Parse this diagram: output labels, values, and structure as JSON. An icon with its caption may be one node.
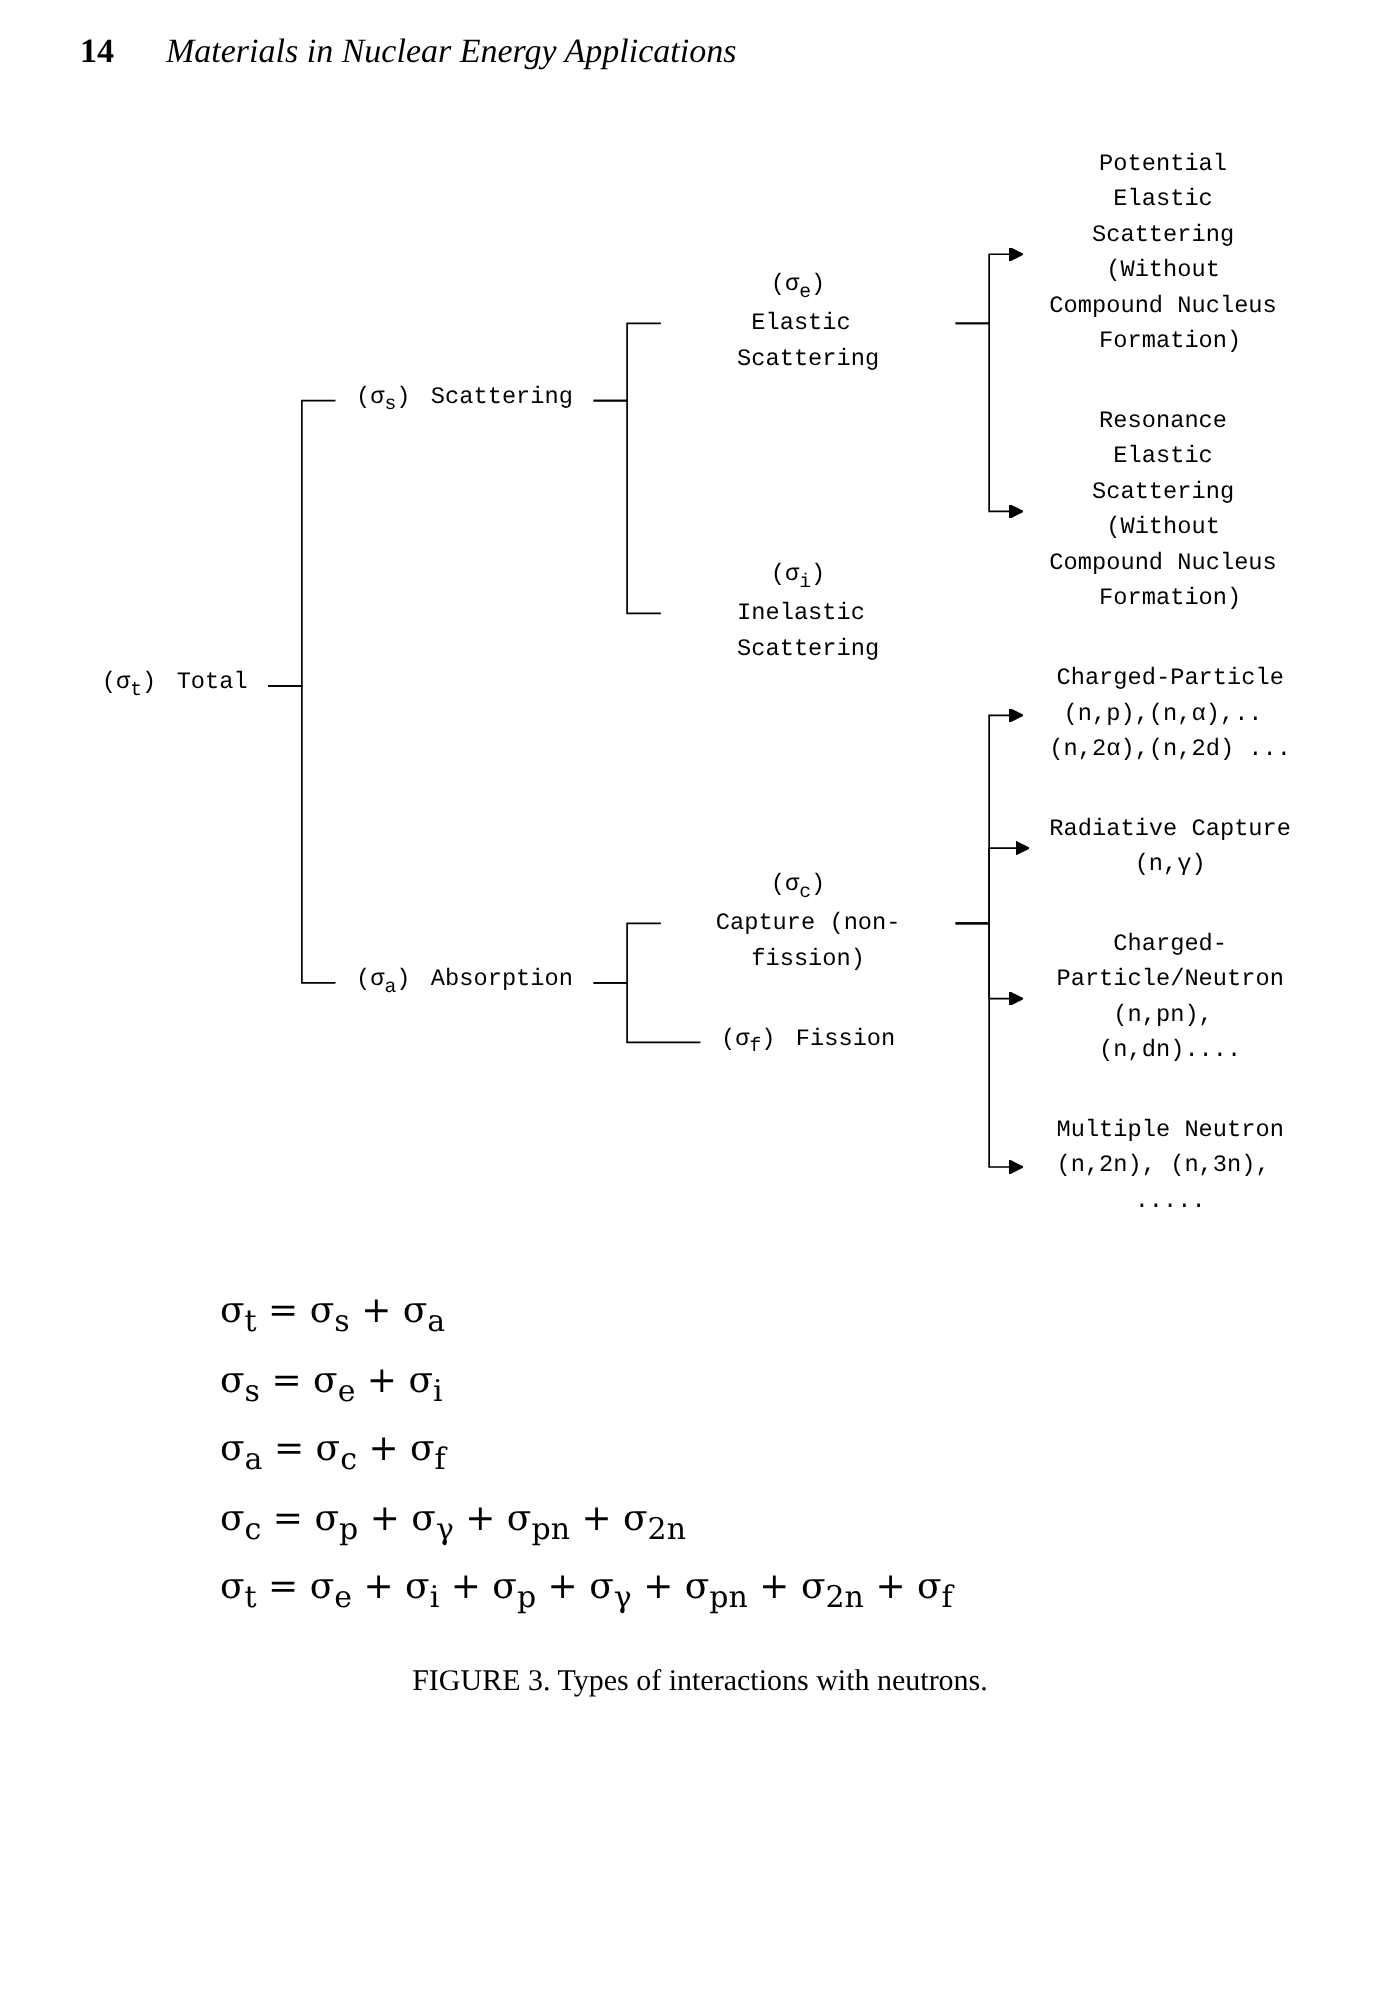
{
  "diagram": {
    "caption": "FIGURE 3. Types of interactions with neutrons.",
    "nodes": [
      {
        "text": [
          "(σ$_{t}$)",
          "Total"
        ]
      },
      {
        "text": [
          "(σ$_{s}$)",
          "Scattering"
        ]
      },
      {
        "text": [
          "(σ$_{a}$)",
          "Absorption"
        ]
      },
      {
        "text": [
          "(σ$_{e}$)",
          "Elastic Scattering"
        ]
      },
      {
        "text": [
          "(σ$_{i}$)",
          "Inelastic Scattering"
        ]
      },
      {
        "text": [
          "(σ$_{c}$)",
          "Capture (non-fission)"
        ]
      },
      {
        "text": [
          "(σ$_{f}$)",
          "Fission"
        ]
      },
      {
        "text": [
          "Potential Elastic Scattering (Without Compound Nucleus Formation)"
        ]
      },
      {
        "text": [
          "Resonance Elastic Scattering (Without Compound Nucleus Formation)"
        ]
      },
      {
        "text": [
          "Charged-Particle",
          "(n,p),(n,α),.. (n,2α),(n,2d) ..."
        ]
      },
      {
        "text": [
          "Radiative Capture",
          "(n,γ)"
        ]
      },
      {
        "text": [
          "Charged-Particle/Neutron",
          "(n,pn), (n,dn)...."
        ]
      },
      {
        "text": [
          "Multiple Neutron",
          "(n,2n), (n,3n), ....."
        ]
      }
    ],
    "edges": [
      {
        "from": 0,
        "to": 1,
        "arrow": "none"
      },
      {
        "from": 0,
        "to": 2,
        "arrow": "none"
      },
      {
        "from": 1,
        "to": 3,
        "arrow": "none"
      },
      {
        "from": 1,
        "to": 4,
        "arrow": "none"
      },
      {
        "from": 2,
        "to": 5,
        "arrow": "none"
      },
      {
        "from": 2,
        "to": 6,
        "arrow": "none"
      },
      {
        "from": 3,
        "to": 7,
        "arrow": "to"
      },
      {
        "from": 3,
        "to": 8,
        "arrow": "to"
      },
      {
        "from": 5,
        "to": 9,
        "arrow": "to"
      },
      {
        "from": 5,
        "to": 10,
        "arrow": "to"
      },
      {
        "from": 5,
        "to": 11,
        "arrow": "to"
      },
      {
        "from": 5,
        "to": 12,
        "arrow": "to"
      }
    ],
    "labels": [
      "14",
      "Materials in Nuclear Energy Applications",
      "σ$_{t}$ = σ$_{s}$ + σ$_{a}$",
      "σ$_{s}$ = σ$_{e}$ + σ$_{i}$",
      "σ$_{a}$ = σ$_{c}$ + σ$_{f}$",
      "σ$_{c}$ = σ$_{p}$ + σ$_{γ}$ + σ$_{pn}$ + σ$_{2n}$",
      "σ$_{t}$ = σ$_{e}$ + σ$_{i}$ + σ$_{p}$ + σ$_{γ}$ + σ$_{pn}$ + σ$_{2n}$ + σ$_{f}$"
    ]
  }
}
